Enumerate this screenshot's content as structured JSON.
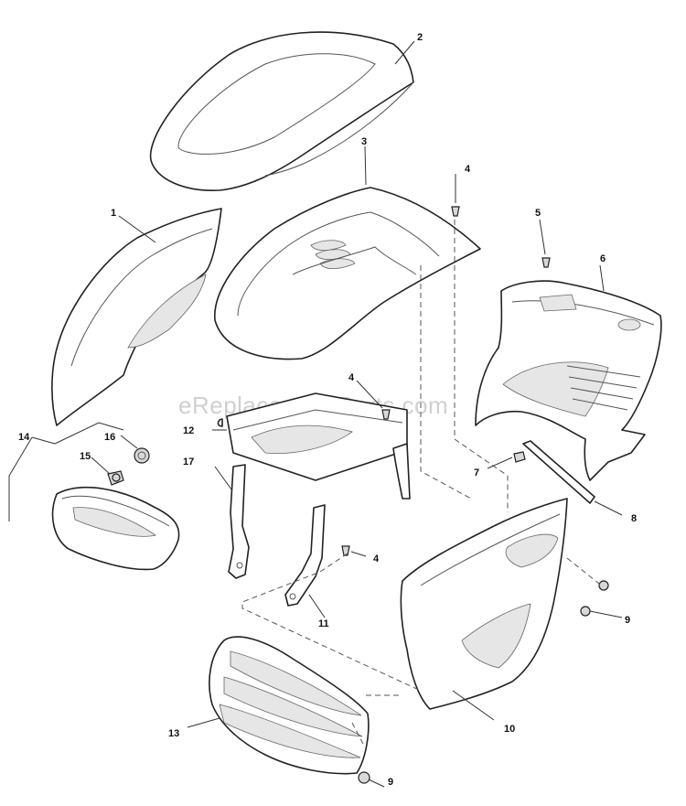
{
  "watermark": "eReplacementParts.com",
  "callouts": {
    "c1": "1",
    "c2": "2",
    "c3": "3",
    "c4a": "4",
    "c4b": "4",
    "c4c": "4",
    "c5": "5",
    "c6": "6",
    "c7": "7",
    "c8": "8",
    "c9a": "9",
    "c9b": "9",
    "c10": "10",
    "c11": "11",
    "c12": "12",
    "c13": "13",
    "c14": "14",
    "c15": "15",
    "c16": "16",
    "c17": "17"
  }
}
